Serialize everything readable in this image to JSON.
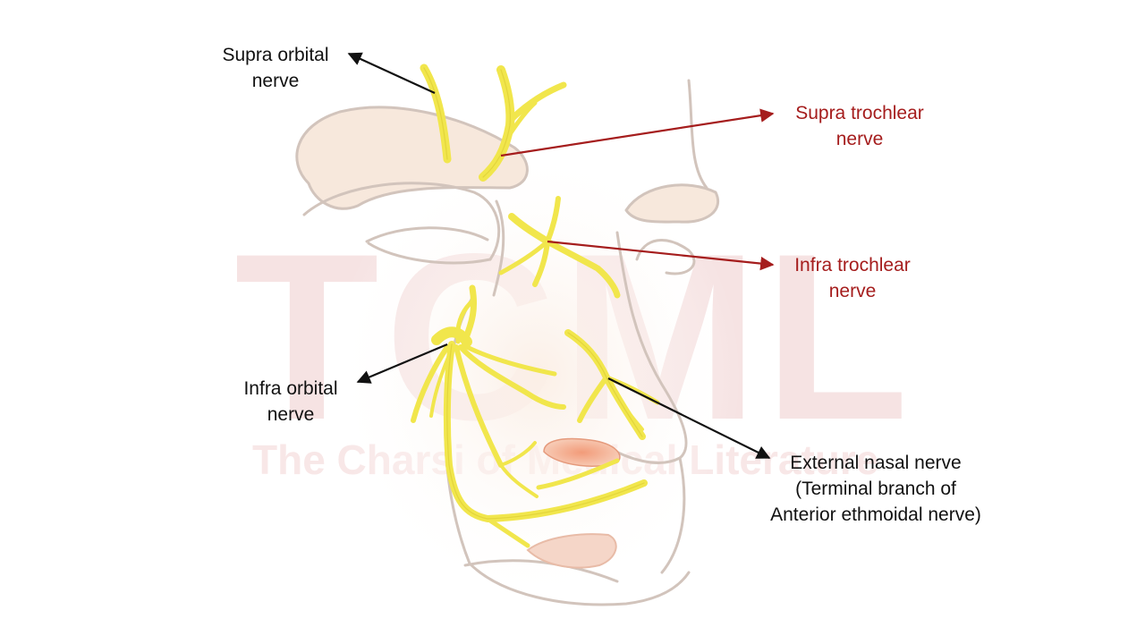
{
  "watermark": {
    "logo_text": "TCML",
    "tagline": "The Charsi of Medical Literature"
  },
  "labels": {
    "supra_orbital": [
      "Supra orbital",
      "nerve"
    ],
    "supra_trochlear": [
      "Supra trochlear",
      "nerve"
    ],
    "infra_trochlear": [
      "Infra trochlear",
      "nerve"
    ],
    "infra_orbital": [
      "Infra orbital",
      "nerve"
    ],
    "external_nasal": [
      "External nasal nerve",
      "(Terminal branch of",
      "Anterior ethmoidal nerve)"
    ]
  },
  "colors": {
    "nerve_fill": "#f1e64c",
    "nerve_edge": "#d8c92a",
    "outline": "#d2c4bc",
    "skin_highlight": "#f9eadf",
    "nostril": "#f0a585",
    "lip": "#f4d2c4",
    "black_label": "#111111",
    "red_label": "#a51d1d",
    "black_arrow": "#111111",
    "red_arrow": "#a51d1d"
  }
}
